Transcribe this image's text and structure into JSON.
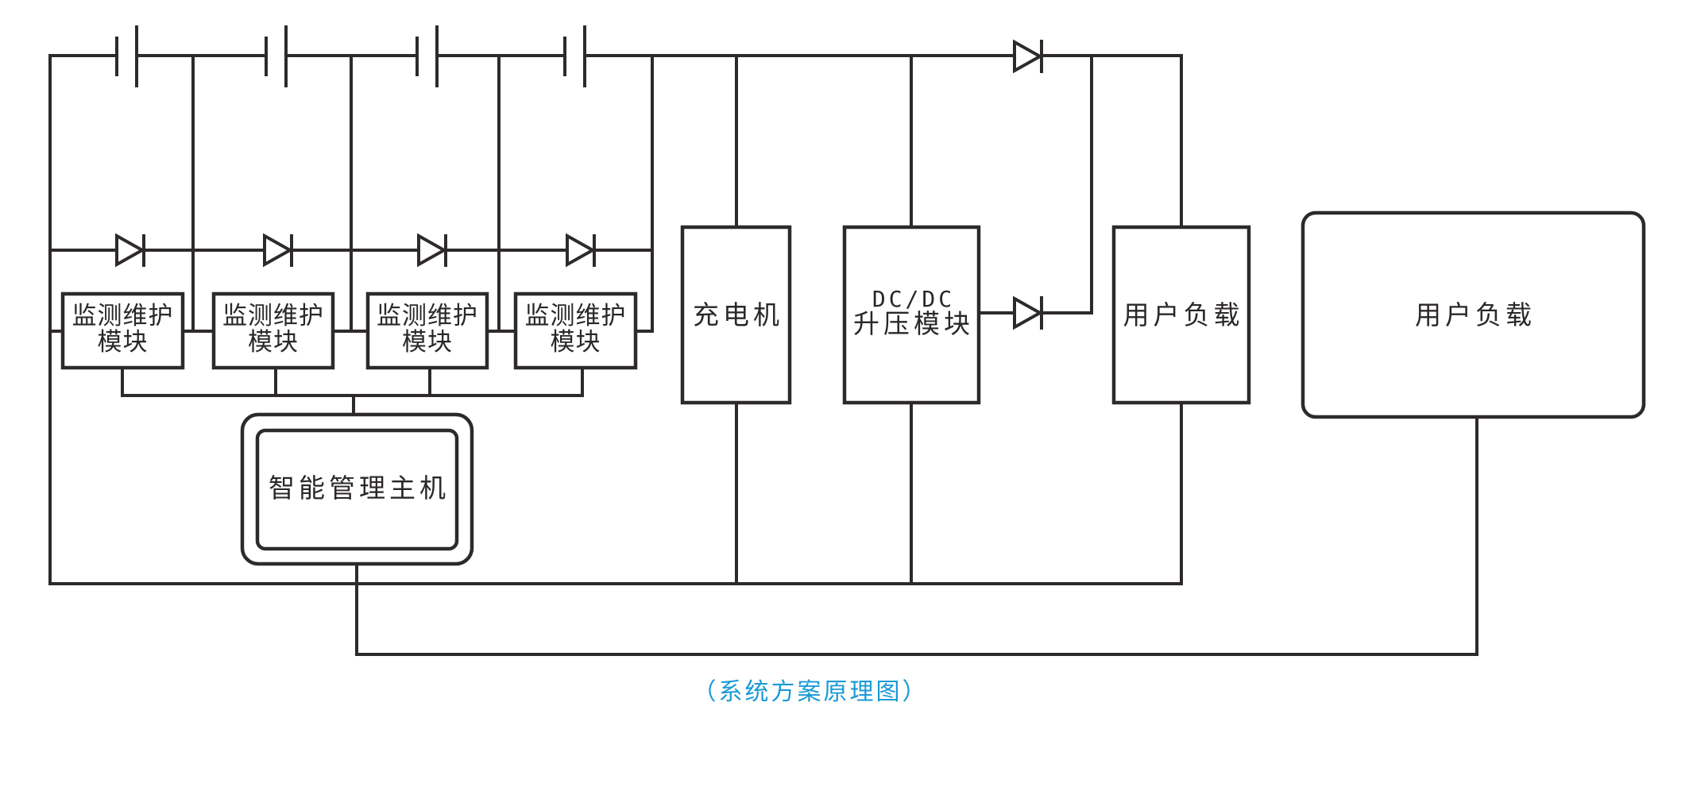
{
  "diagram": {
    "modules": [
      {
        "line1": "监测维护",
        "line2": "模块"
      },
      {
        "line1": "监测维护",
        "line2": "模块"
      },
      {
        "line1": "监测维护",
        "line2": "模块"
      },
      {
        "line1": "监测维护",
        "line2": "模块"
      }
    ],
    "host": "智能管理主机",
    "charger": "充电机",
    "dcdc": {
      "line1": "DC/DC",
      "line2": "升压模块"
    },
    "user_load_1": "用户负载",
    "user_load_2": "用户负载",
    "caption": "（系统方案原理图）",
    "components": {
      "batteries": 4,
      "bypass_diodes": 4,
      "output_diodes": 2
    },
    "colors": {
      "line": "#2e2a2a",
      "caption": "#1a9ad6"
    }
  }
}
